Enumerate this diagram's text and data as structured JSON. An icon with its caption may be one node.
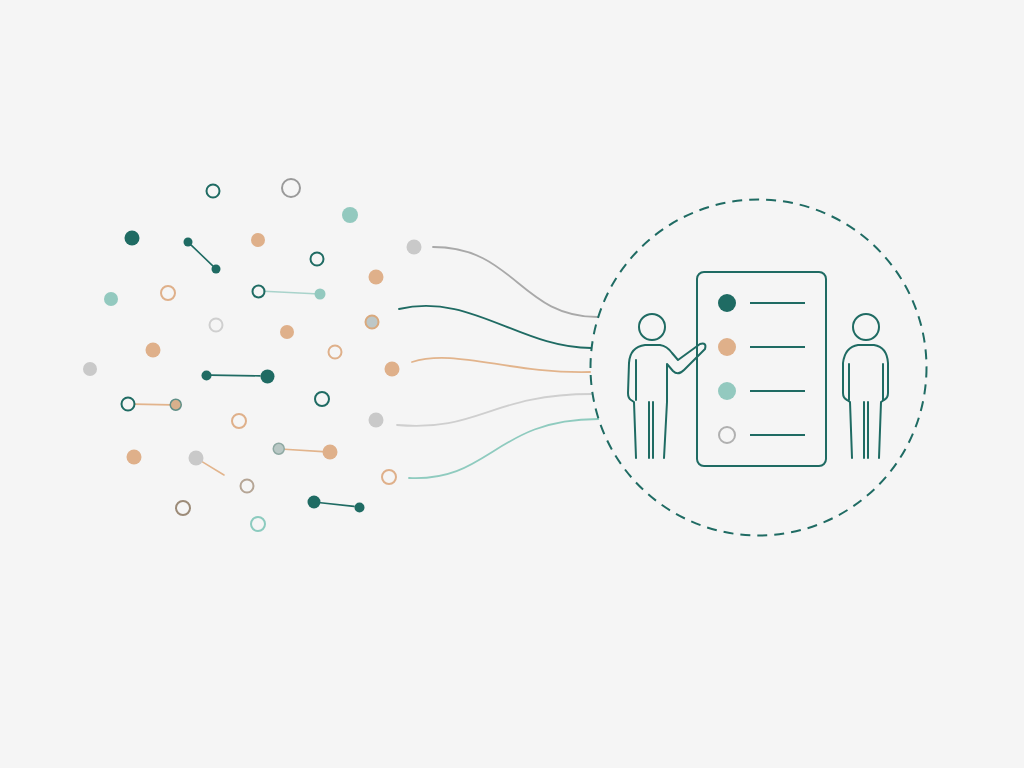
{
  "diagram": {
    "nodes": [
      {
        "text": [],
        "shape": "circle"
      },
      {
        "text": [],
        "shape": "circle"
      },
      {
        "text": [],
        "shape": "circle"
      },
      {
        "text": [],
        "shape": "circle"
      },
      {
        "text": [],
        "shape": "circle"
      },
      {
        "text": [],
        "shape": "circle"
      },
      {
        "text": [],
        "shape": "circle"
      },
      {
        "text": [],
        "shape": "circle"
      },
      {
        "text": [],
        "shape": "circle"
      },
      {
        "text": [],
        "shape": "circle"
      },
      {
        "text": [],
        "shape": "circle"
      },
      {
        "text": [],
        "shape": "circle"
      },
      {
        "text": [],
        "shape": "circle"
      },
      {
        "text": [],
        "shape": "circle"
      }
    ],
    "edges": [
      {
        "from": null,
        "to": 0,
        "arrow": "none",
        "color": "#a9a9a9"
      },
      {
        "from": null,
        "to": 0,
        "arrow": "none"
      },
      {
        "from": null,
        "to": 0,
        "arrow": "none",
        "color": "#e2b48c"
      },
      {
        "from": null,
        "to": 0,
        "arrow": "none",
        "color": "#cfcfcf"
      },
      {
        "from": null,
        "to": 0,
        "arrow": "none",
        "color": "#8fcbbf"
      },
      {
        "from": 1,
        "to": 2,
        "arrow": "none"
      },
      {
        "from": 3,
        "to": 4,
        "arrow": "none",
        "color": "#a9d3cb"
      },
      {
        "from": 5,
        "to": 6,
        "arrow": "none"
      },
      {
        "from": 7,
        "to": 8,
        "arrow": "none",
        "color": "#e2b48c"
      },
      {
        "from": 9,
        "to": null,
        "arrow": "none",
        "color": "#e2b48c"
      },
      {
        "from": 10,
        "to": 11,
        "arrow": "none",
        "color": "#e2b48c"
      },
      {
        "from": 12,
        "to": 13,
        "arrow": "none"
      }
    ]
  }
}
